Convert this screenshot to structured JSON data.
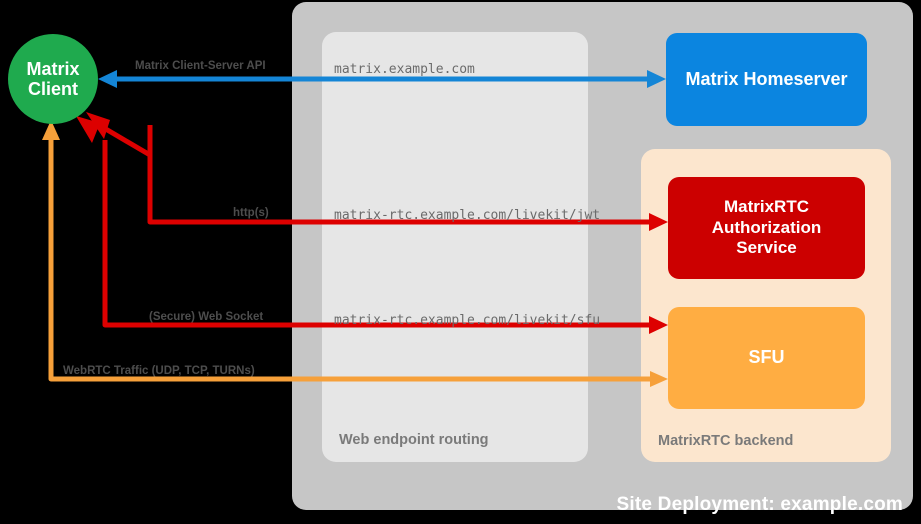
{
  "diagram": {
    "title": "Site Deployment: example.com",
    "colors": {
      "background": "#000000",
      "site_container": "#c6c6c6",
      "routing_container": "#e6e6e6",
      "backend_container": "#fce6ce",
      "client": "#1faa4e",
      "homeserver": "#0b85e0",
      "auth_service": "#cc0000",
      "sfu": "#ffad42",
      "blue_arrow": "#1485d6",
      "red_arrow": "#dd0000",
      "orange_arrow": "#f6a03a"
    }
  },
  "containers": {
    "site": {
      "label": "Site Deployment: example.com"
    },
    "routing": {
      "label": "Web endpoint routing"
    },
    "backend": {
      "label": "MatrixRTC backend"
    }
  },
  "nodes": {
    "client": {
      "line1": "Matrix",
      "line2": "Client"
    },
    "homeserver": {
      "label": "Matrix Homeserver"
    },
    "auth": {
      "line1": "MatrixRTC",
      "line2": "Authorization",
      "line3": "Service"
    },
    "sfu": {
      "label": "SFU"
    }
  },
  "edges": [
    {
      "id": "client-server-api",
      "protocol_label": "Matrix Client-Server API",
      "endpoint": "matrix.example.com",
      "color": "#1485d6",
      "direction": "bidirectional"
    },
    {
      "id": "livekit-jwt",
      "protocol_label": "http(s)",
      "endpoint": "matrix-rtc.example.com/livekit/jwt",
      "color": "#dd0000",
      "direction": "bidirectional"
    },
    {
      "id": "livekit-sfu",
      "protocol_label": "(Secure) Web Socket",
      "endpoint": "matrix-rtc.example.com/livekit/sfu",
      "color": "#dd0000",
      "direction": "bidirectional"
    },
    {
      "id": "webrtc-traffic",
      "protocol_label": "WebRTC Traffic (UDP, TCP, TURNs)",
      "endpoint": "",
      "color": "#f6a03a",
      "direction": "bidirectional"
    }
  ]
}
